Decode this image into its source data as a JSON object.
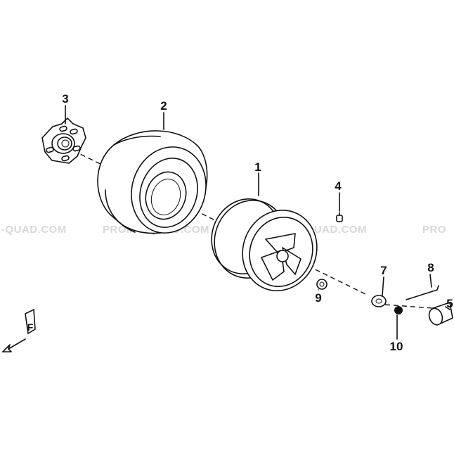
{
  "watermarks": [
    "-QUAD.COM",
    "PROMO-QUAD.COM",
    "PROMO-QUAD.COM",
    "PRO"
  ],
  "callouts": [
    {
      "id": "1",
      "part": "rim"
    },
    {
      "id": "2",
      "part": "tire"
    },
    {
      "id": "3",
      "part": "hub"
    },
    {
      "id": "4",
      "part": "valve"
    },
    {
      "id": "5",
      "part": "cap"
    },
    {
      "id": "7",
      "part": "washer"
    },
    {
      "id": "8",
      "part": "cotter-pin"
    },
    {
      "id": "9",
      "part": "spacer"
    },
    {
      "id": "10",
      "part": "nut"
    }
  ],
  "front_marker": "F",
  "colors": {
    "line": "#111111",
    "watermark": "#d8d8d8",
    "background": "#ffffff"
  }
}
